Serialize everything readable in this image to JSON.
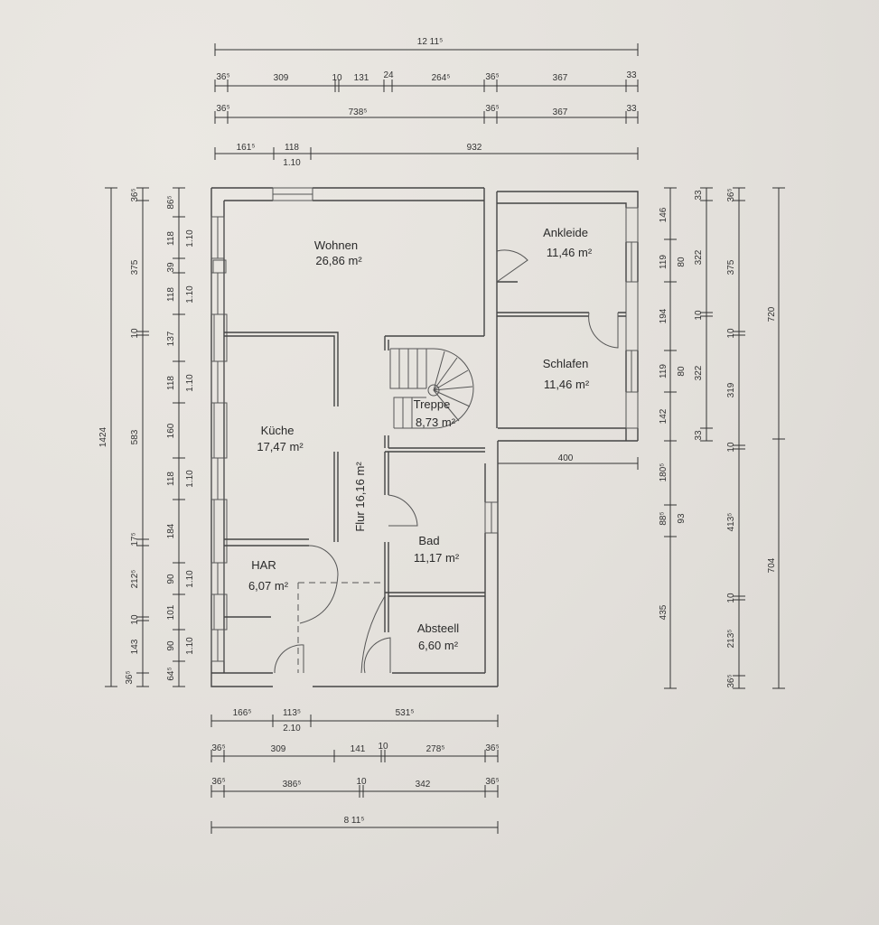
{
  "dims": {
    "top_total": "12 11⁵",
    "top_row1": [
      "36⁵",
      "309",
      "10",
      "131",
      "24",
      "264⁵",
      "36⁵",
      "367",
      "33"
    ],
    "top_row2": [
      "36⁵",
      "738⁵",
      "36⁵",
      "367",
      "33"
    ],
    "top_row3": [
      "161⁵",
      "118",
      "1.10",
      "932"
    ],
    "left_total": "1424",
    "left_outer": [
      "36⁵",
      "375",
      "10",
      "583",
      "17⁵",
      "212⁵",
      "10",
      "143",
      "36⁵"
    ],
    "left_inner": [
      "86⁵",
      "118",
      "39",
      "118",
      "137",
      "118",
      "160",
      "118",
      "184",
      "90",
      "101",
      "90",
      "64⁵"
    ],
    "left_sill": [
      "1.10",
      "1.10",
      "1.10",
      "1.10",
      "1.10",
      "1.10"
    ],
    "bottom_row1": [
      "166⁵",
      "113⁵",
      "2.10",
      "531⁵"
    ],
    "bottom_row2": [
      "36⁵",
      "309",
      "141",
      "10",
      "278⁵",
      "36⁵"
    ],
    "bottom_row3": [
      "36⁵",
      "386⁵",
      "10",
      "342",
      "36⁵"
    ],
    "bottom_total": "8 11⁵",
    "right_a": [
      "146",
      "119",
      "194",
      "119",
      "142",
      "180⁵",
      "88⁵",
      "435"
    ],
    "right_a_sill": [
      "80",
      "80"
    ],
    "right_a_93": "93",
    "right_b": [
      "33",
      "322",
      "10",
      "322",
      "33"
    ],
    "right_c": [
      "36⁵",
      "375",
      "10",
      "319",
      "10",
      "413⁵",
      "10",
      "213⁵",
      "36⁵"
    ],
    "right_total_upper": "720",
    "right_total_lower": "704",
    "mid_400": "400"
  },
  "rooms": {
    "wohnen": "Wohnen",
    "wohnen_area": "26,86 m²",
    "ankleide": "Ankleide",
    "ankleide_area": "11,46 m²",
    "schlafen": "Schlafen",
    "schlafen_area": "11,46 m²",
    "treppe": "Treppe",
    "treppe_area": "8,73 m²",
    "kueche": "Küche",
    "kueche_area": "17,47 m²",
    "flur": "Flur 16,16 m²",
    "bad": "Bad",
    "bad_area": "11,17 m²",
    "har": "HAR",
    "har_area": "6,07 m²",
    "abstell": "Absteell",
    "abstell_area": "6,60 m²"
  }
}
